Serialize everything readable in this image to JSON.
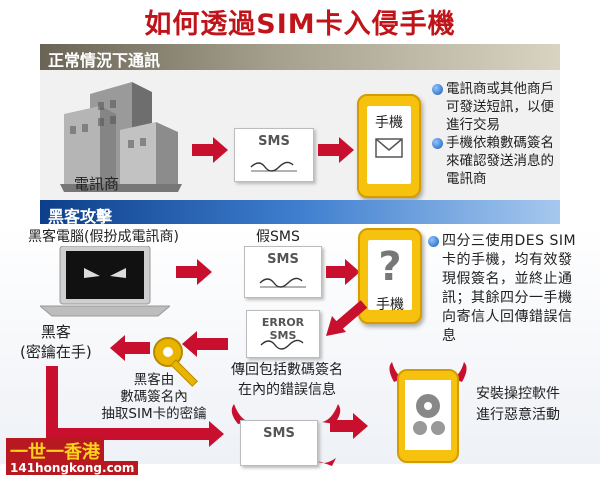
{
  "title": "如何透過SIM卡入侵手機",
  "section_normal": {
    "header": "正常情況下通訊",
    "building_label": "電訊商",
    "sms_label": "SMS",
    "phone_label": "手機",
    "bullets": [
      "電訊商或其他商戶可發送短訊，以便進行交易",
      "手機依賴數碼簽名來確認發送消息的電訊商"
    ]
  },
  "section_hacker": {
    "header": "黑客攻擊",
    "computer_label": "黑客電腦(假扮成電訊商)",
    "fake_sms_label": "假SMS",
    "sms_label": "SMS",
    "phone_label": "手機",
    "error_sms_label": "ERROR SMS",
    "error_caption_line1": "傳回包括數碼簽名",
    "error_caption_line2": "在內的錯誤信息",
    "hacker_label_line1": "黑客",
    "hacker_label_line2": "(密鑰在手)",
    "key_caption_line1": "黑客由",
    "key_caption_line2": "數碼簽名內",
    "key_caption_line3": "抽取SIM卡的密鑰",
    "bottom_sms_label": "SMS",
    "install_line1": "安裝操控軟件",
    "install_line2": "進行惡意活動",
    "bullet": "四分三使用DES SIM卡的手機，均有效發現假簽名，並終止通訊；其餘四分一手機向寄信人回傳錯誤信息"
  },
  "logo": {
    "line1": "一世一香港",
    "line2": "141hongkong.com"
  },
  "colors": {
    "title_red": "#c0141b",
    "arrow_red": "#c8102e",
    "phone_yellow": "#f7c20e",
    "band_blue": "#1a57a8",
    "band_olive": "#8a8472"
  }
}
